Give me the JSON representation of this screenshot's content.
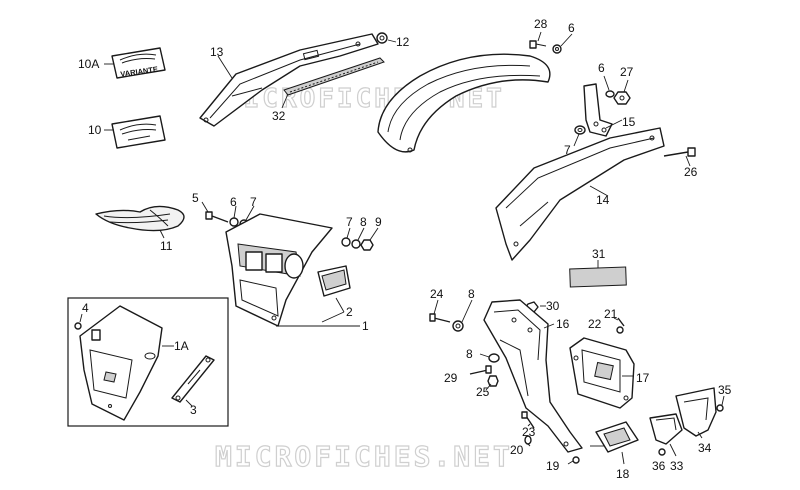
{
  "watermark": "MICROFICHES.NET",
  "badge_text": "VARIANTE",
  "callouts": {
    "c10A": "10A",
    "c10": "10",
    "c11": "11",
    "c13": "13",
    "c12": "12",
    "c32": "32",
    "c28": "28",
    "c6a": "6",
    "c6b": "6",
    "c27": "27",
    "c15": "15",
    "c7a": "7",
    "c26": "26",
    "c14": "14",
    "c5": "5",
    "c6c": "6",
    "c7b": "7",
    "c7c": "7",
    "c8a": "8",
    "c9": "9",
    "c2": "2",
    "c1": "1",
    "c4": "4",
    "c1A": "1A",
    "c3": "3",
    "c31": "31",
    "c24": "24",
    "c8b": "8",
    "c30": "30",
    "c16": "16",
    "c21": "21",
    "c22": "22",
    "c8c": "8",
    "c29": "29",
    "c25": "25",
    "c17": "17",
    "c35": "35",
    "c23": "23",
    "c20": "20",
    "c19": "19",
    "c18": "18",
    "c36": "36",
    "c33": "33",
    "c34": "34"
  }
}
